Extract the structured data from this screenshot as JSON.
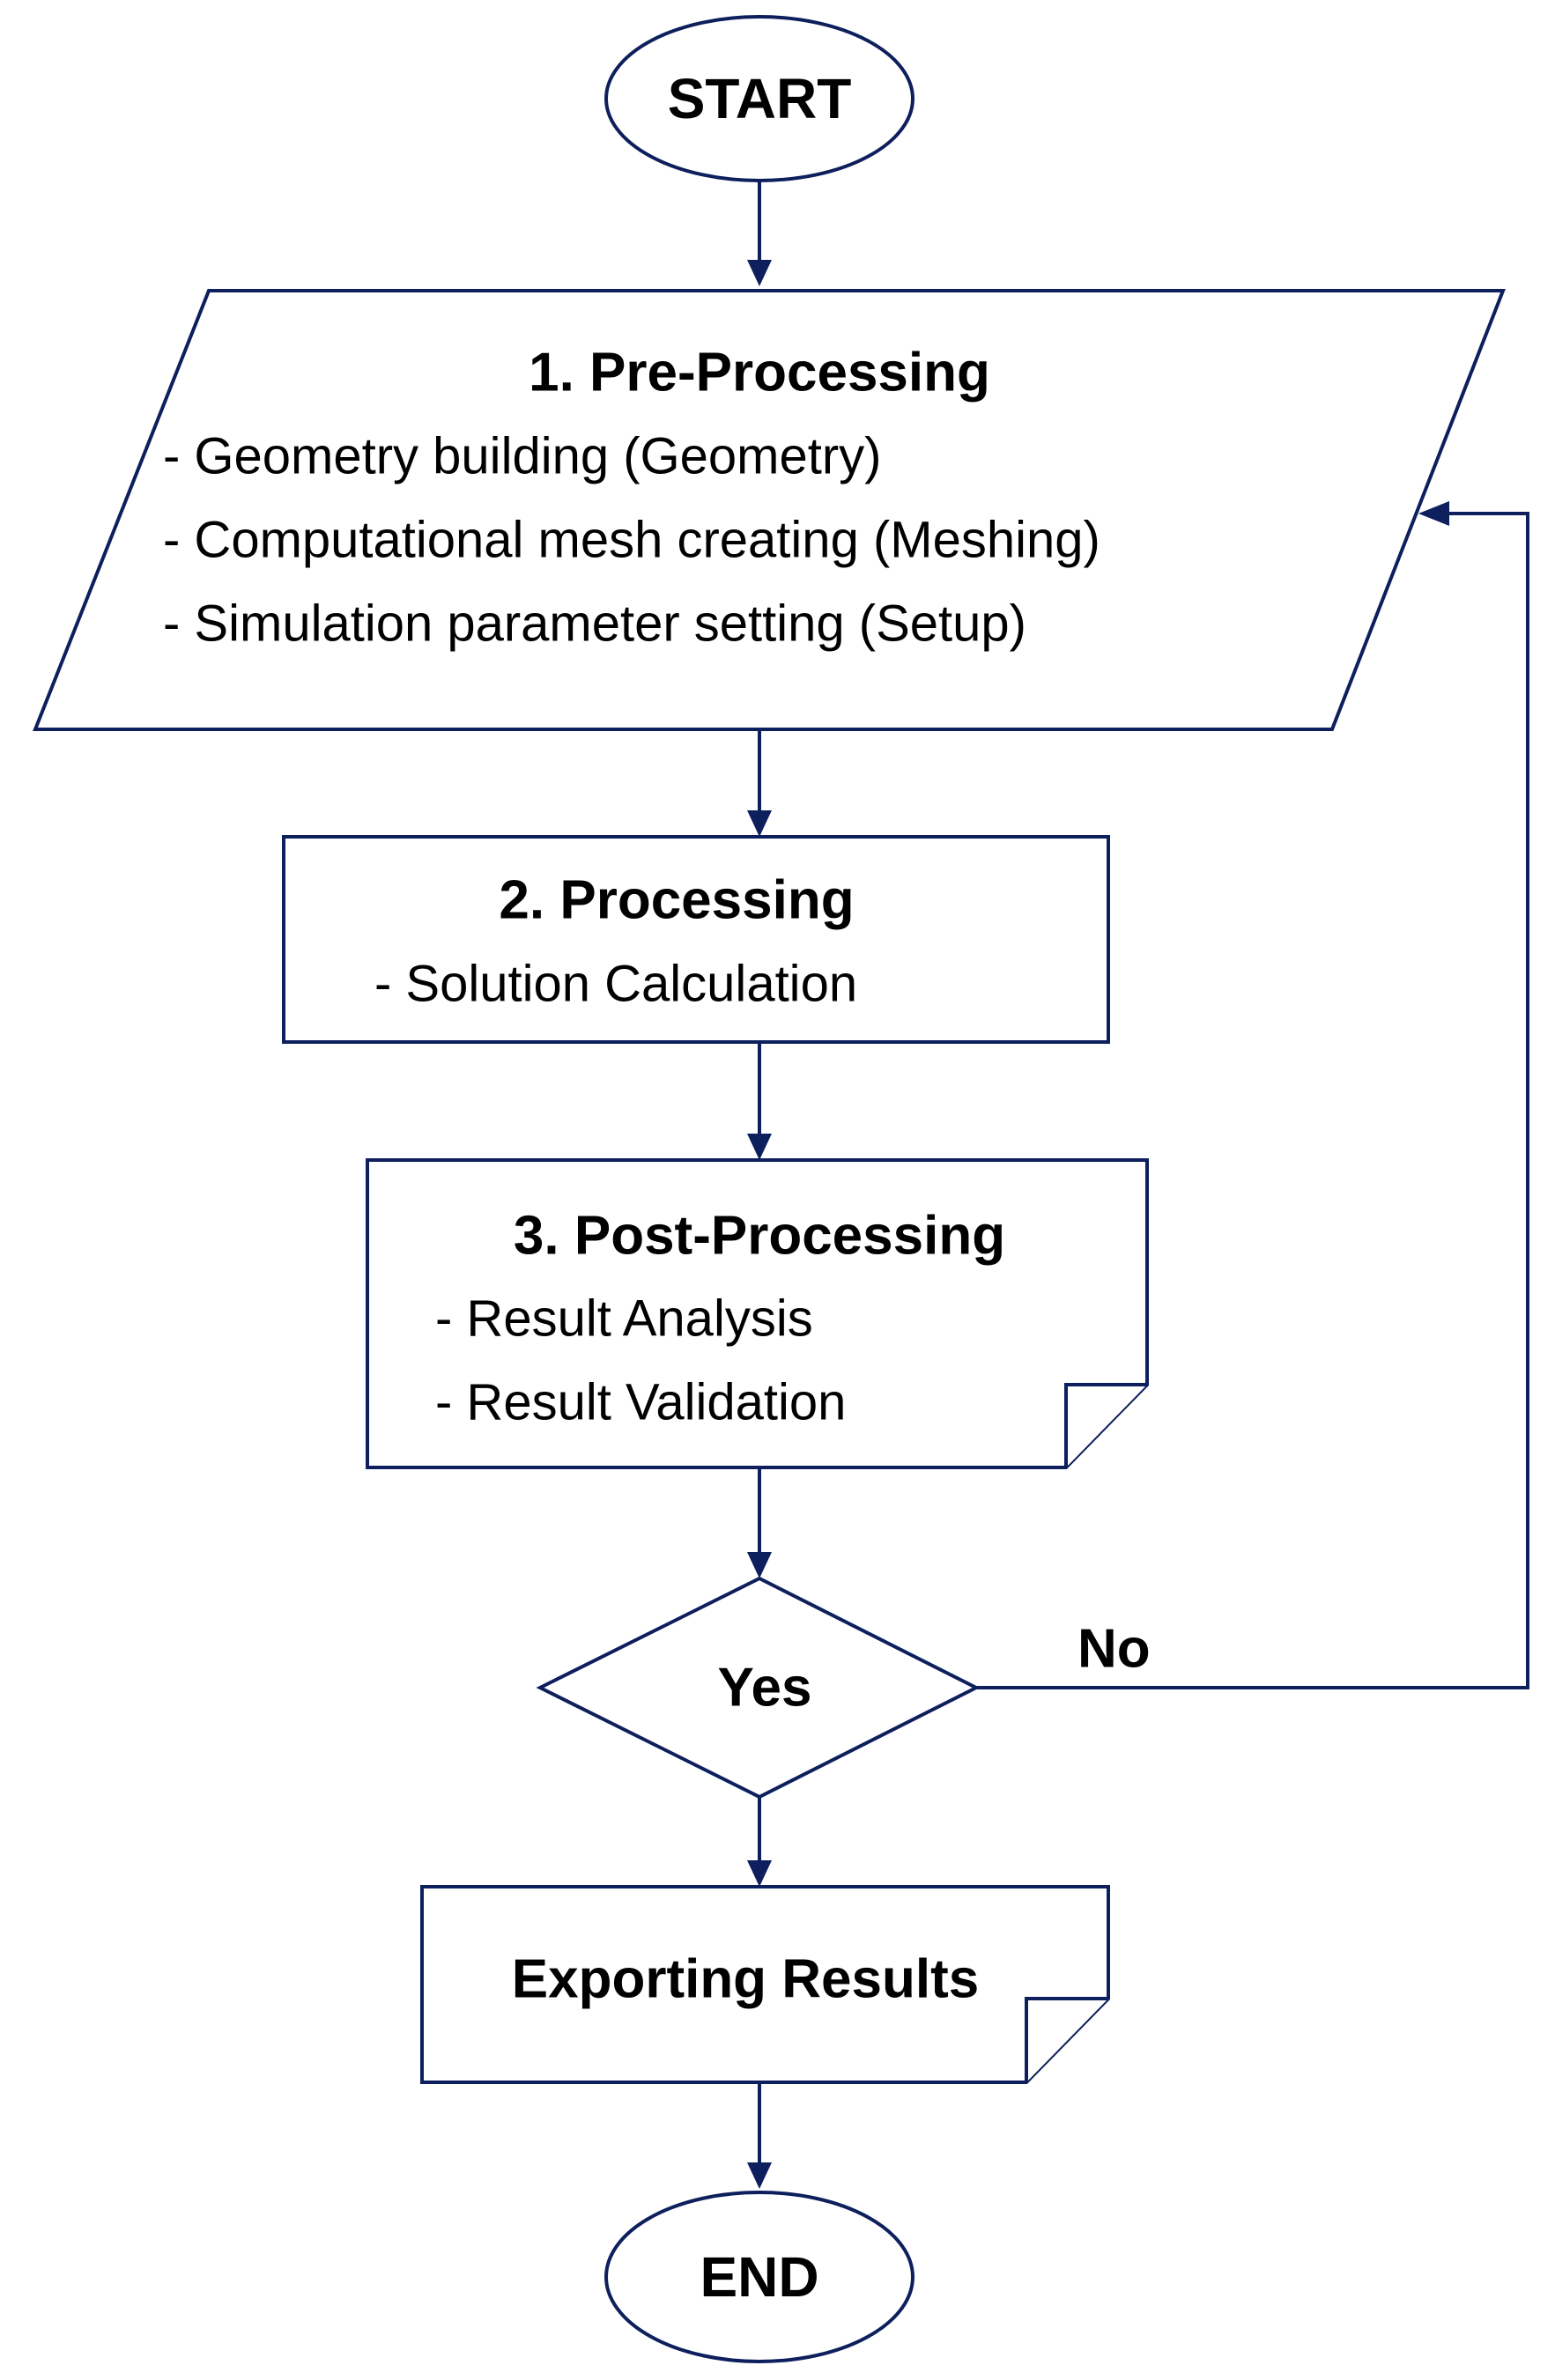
{
  "start": {
    "label": "START"
  },
  "pre_processing": {
    "title": "1. Pre-Processing",
    "lines": [
      "- Geometry building (Geometry)",
      "- Computational mesh creating (Meshing)",
      "- Simulation parameter setting (Setup)"
    ]
  },
  "processing": {
    "title": "2. Processing",
    "lines": [
      "- Solution Calculation"
    ]
  },
  "post_processing": {
    "title": "3. Post-Processing",
    "lines": [
      "- Result Analysis",
      "- Result Validation"
    ]
  },
  "decision": {
    "label": "Yes",
    "no_label": "No"
  },
  "export": {
    "label": "Exporting Results"
  },
  "end": {
    "label": "END"
  },
  "colors": {
    "stroke": "#0d1f5c",
    "fill": "#ffffff",
    "text": "#000000"
  }
}
